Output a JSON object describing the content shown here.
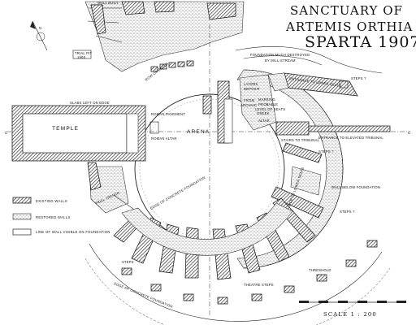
{
  "title": {
    "line1": "SANCTUARY OF",
    "line2": "ARTEMIS ORTHIA",
    "line3": "SPARTA 1907"
  },
  "labels": {
    "temple": "TEMPLE",
    "arena": "ARENA",
    "foundation_destroyed": "FOUNDATION MUCH DESTROYED",
    "by_mill_stream": "BY MILL-STREAM",
    "wall_built": "WALL BUILT",
    "trial_pit": "TRIAL PIT",
    "trial_pit_year": "1906",
    "row_of_bases": "ROW OF BASES",
    "slabs_left_on_edge": "SLABS LEFT ON EDGE",
    "roman_pavement": "ROMAN PAVEMENT",
    "roman_altar": "ROMAN ALTAR",
    "edge_of_concrete_foundation": "EDGE OF CONCRETE FOUNDATION",
    "edge_of_concrete_foundation_2": "EDGE OF CONCRETE FOUNDATION",
    "layers": "LAYERS",
    "deposit": "DEPOSIT",
    "from": "FROM",
    "archaic": "ARCHAIC",
    "greek": "GREEK",
    "altar": "ALTAR",
    "marking": "MARKING",
    "probable": "PROBABLE",
    "level_of_seats": "LEVEL OF SEATS",
    "entrance_to_upper_seats": "ENTRANCE TO UPPER SEATS",
    "entrance_to_lower_seats": "ENTRANCE TO LOWER SEATS",
    "entrance_to_elevated_tribunal": "ENTRANCE TO ELEVATED TRIBUNAL",
    "stairs_to_tribunal": "STAIRS TO TRIBUNAL",
    "wall_below_foundation": "WALL BELOW FOUNDATION",
    "steps": "STEPS ?",
    "steps_short": "STEPS",
    "threshold": "THRESHOLD",
    "theatre_steps": "THEATRE STEPS"
  },
  "legend": [
    {
      "key": "existing",
      "label": "EXISTING WALLS"
    },
    {
      "key": "restored",
      "label": "RESTORED WALLS"
    },
    {
      "key": "line",
      "label": "LINE OF WALL VISIBLE ON FOUNDATION"
    }
  ],
  "scale": {
    "label": "SCALE  1 : 200"
  },
  "colors": {
    "ink": "#111111",
    "paper": "#ffffff"
  }
}
